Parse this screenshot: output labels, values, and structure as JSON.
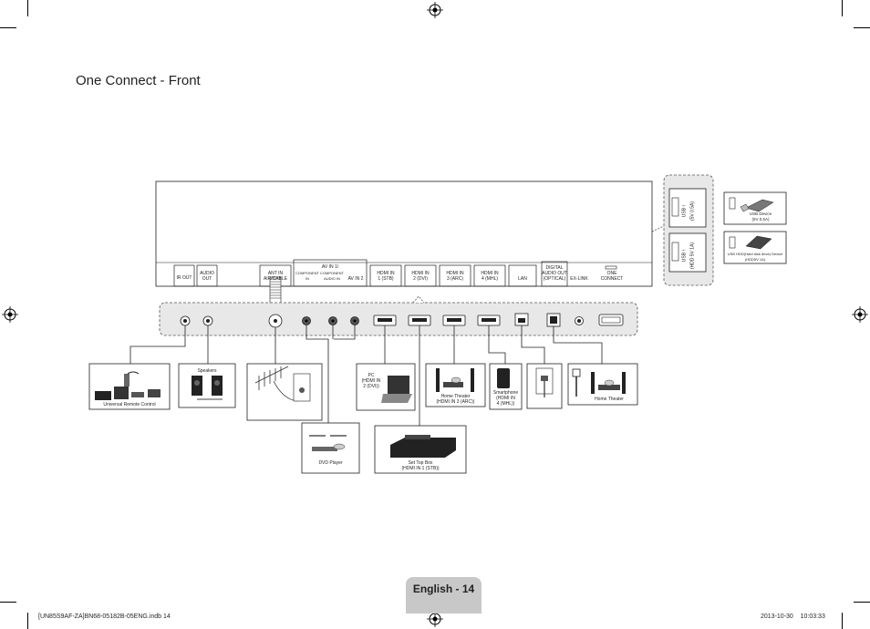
{
  "page": {
    "title": "One Connect - Front",
    "footer_label": "English - 14",
    "file_name": "[UN85S9AF-ZA]BN68-05182B-05ENG.indb   14",
    "timestamp": "2013-10-30      10:03:33"
  },
  "ports": [
    {
      "id": "ir-out",
      "label": "IR OUT"
    },
    {
      "id": "audio-out",
      "label": "AUDIO\nOUT"
    },
    {
      "id": "ant-in",
      "label": "ANT IN\nAIR/CABLE"
    },
    {
      "id": "av-in",
      "label": "AV IN 1/"
    },
    {
      "id": "component-in",
      "label": "COMPONENT\nIN"
    },
    {
      "id": "component-audio-in",
      "label": "COMPONENT\nAUDIO IN"
    },
    {
      "id": "av-in-2",
      "label": "AV IN 2"
    },
    {
      "id": "hdmi-in-1",
      "label": "HDMI IN\n1 (STB)"
    },
    {
      "id": "hdmi-in-2",
      "label": "HDMI IN\n2 (DVI)"
    },
    {
      "id": "hdmi-in-3",
      "label": "HDMI IN\n3 (ARC)"
    },
    {
      "id": "hdmi-in-4",
      "label": "HDMI IN\n4 (MHL)"
    },
    {
      "id": "lan",
      "label": "LAN"
    },
    {
      "id": "digital-audio-out",
      "label": "DIGITAL\nAUDIO OUT\n(OPTICAL)"
    },
    {
      "id": "ex-link",
      "label": "EX-LINK"
    },
    {
      "id": "one-connect",
      "label": "ONE\nCONNECT"
    }
  ],
  "usb_ports": [
    {
      "id": "usb-1",
      "label": "USB ⭫",
      "spec": "(5V 0.5A)"
    },
    {
      "id": "usb-2",
      "label": "USB ⭫",
      "spec": "(HDD 5V 1A)"
    }
  ],
  "devices": [
    {
      "id": "universal-remote",
      "label": "Universal Remote Control"
    },
    {
      "id": "speakers",
      "label": "Speakers"
    },
    {
      "id": "antenna",
      "label": ""
    },
    {
      "id": "dvd-player",
      "label": "DVD Player"
    },
    {
      "id": "pc",
      "label": "PC\n(HDMI IN\n2 (DVI))"
    },
    {
      "id": "set-top-box",
      "label": "Set Top Box\n(HDMI IN 1 (STB))"
    },
    {
      "id": "home-theater-arc",
      "label": "Home Theater\n(HDMI IN 3 (ARC))"
    },
    {
      "id": "smartphone",
      "label": "Smartphone\n(HDMI IN\n4 (MHL))"
    },
    {
      "id": "lan-wall",
      "label": ""
    },
    {
      "id": "home-theater-optical",
      "label": "Home Theater"
    },
    {
      "id": "usb-device",
      "label": "USB Device\n(5V 0.5A)"
    },
    {
      "id": "usb-hdd",
      "label": "USB HDD(Hard disk drive) Device\n(HDD5V 1A)"
    }
  ]
}
